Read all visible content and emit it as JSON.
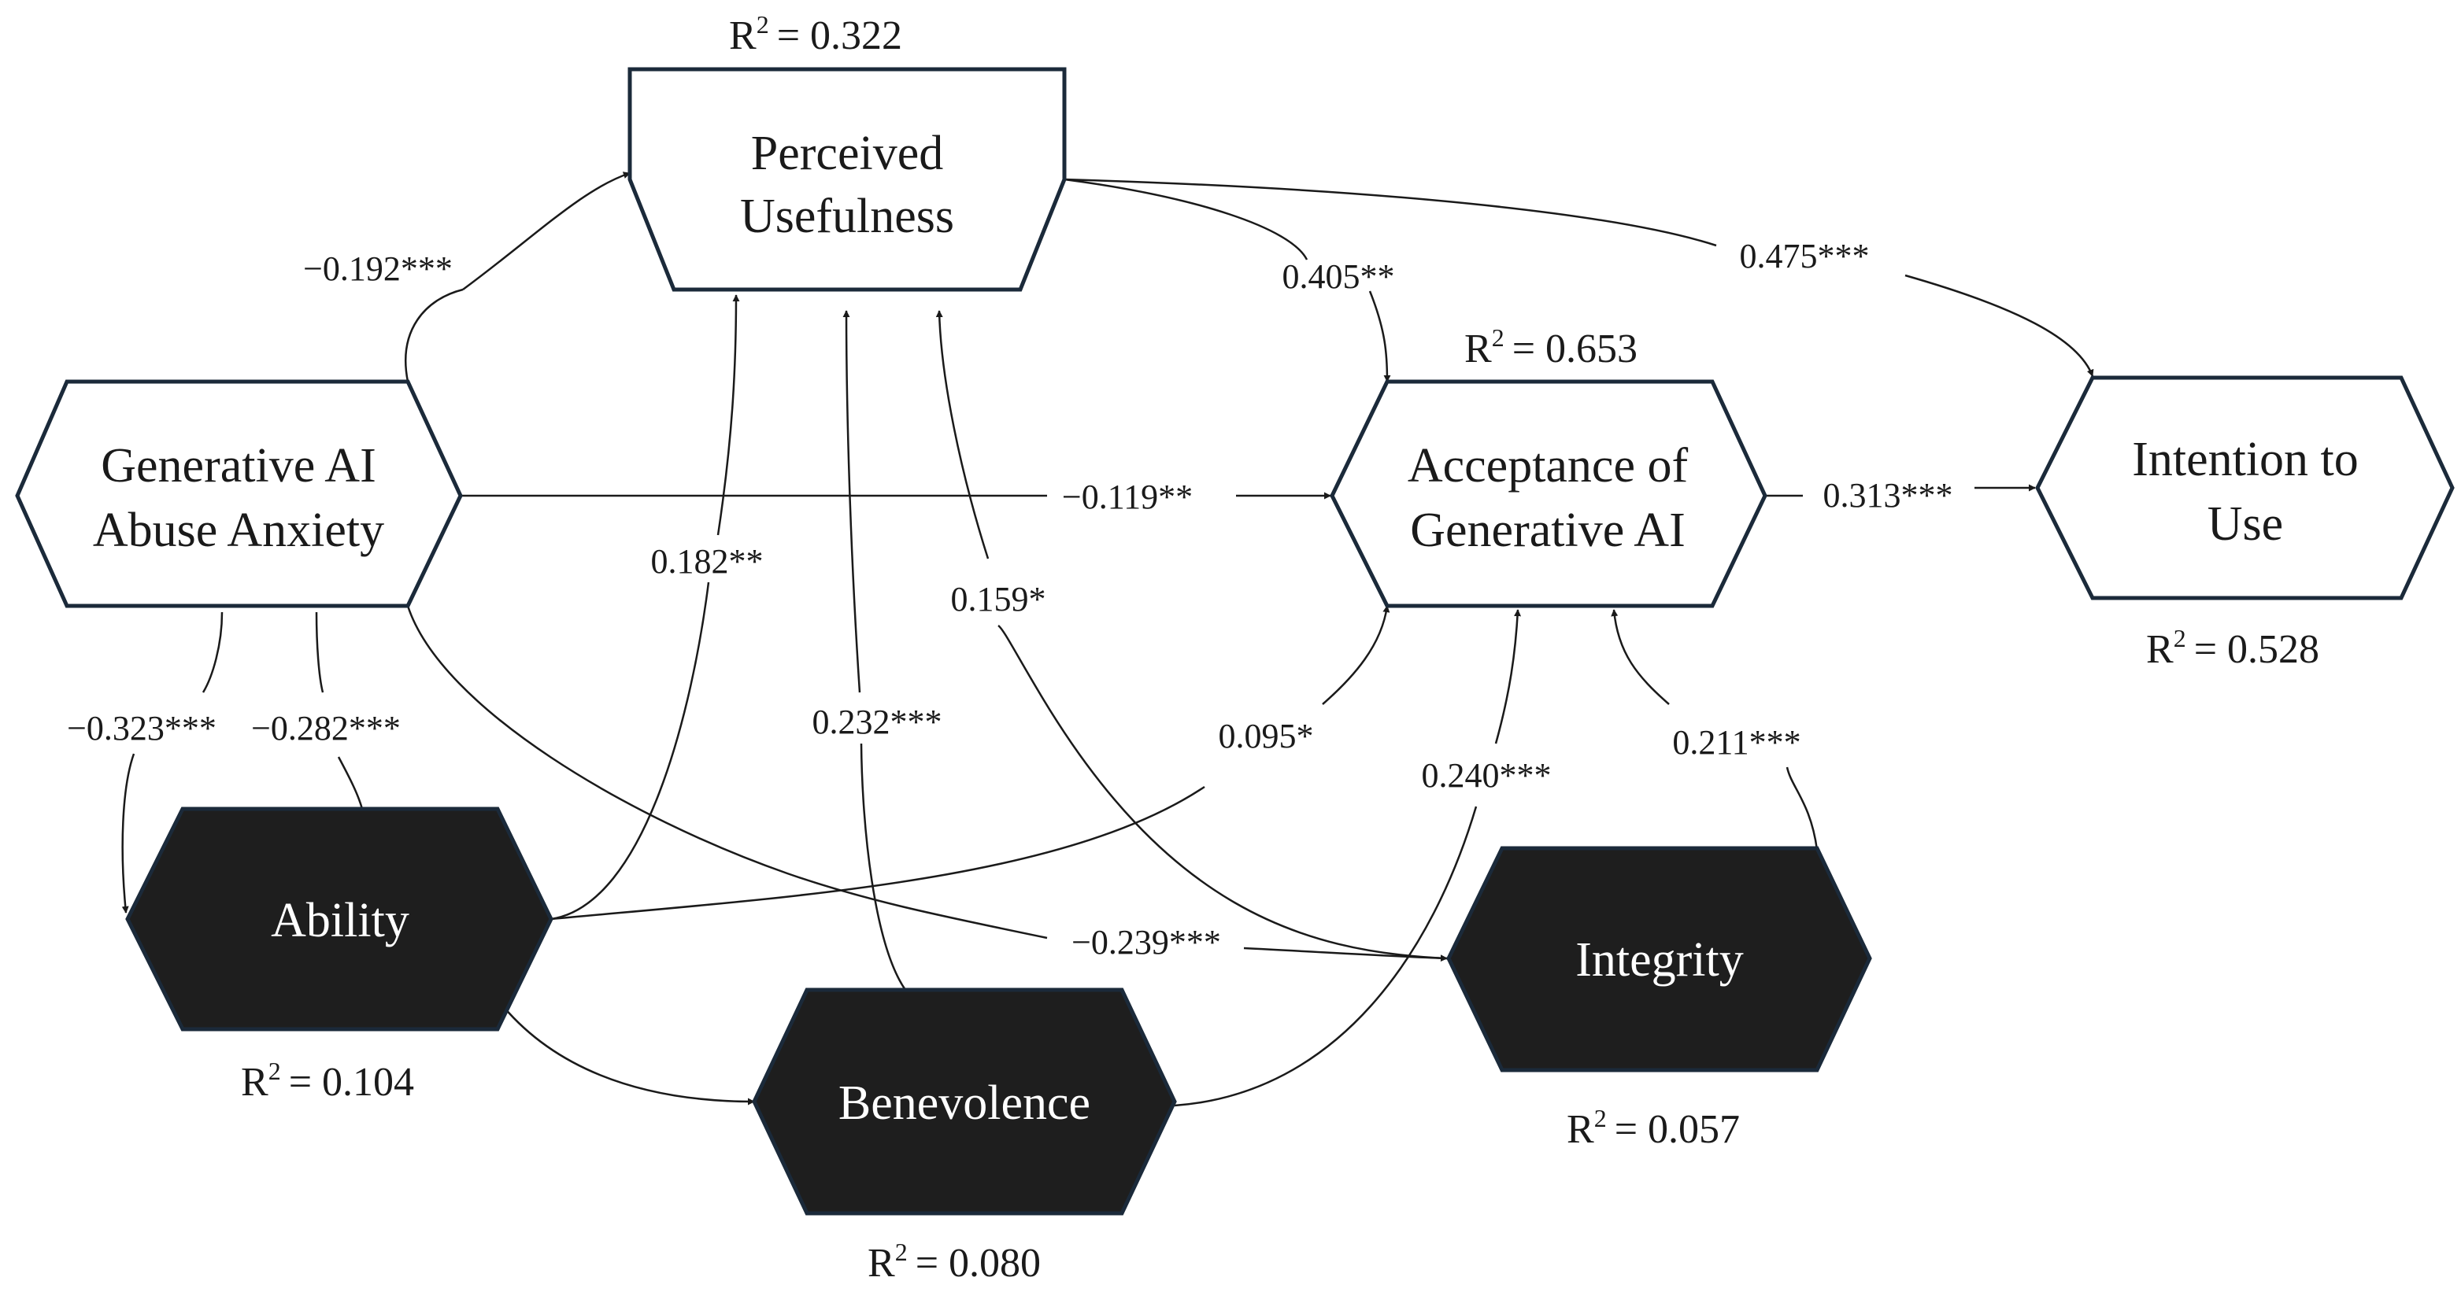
{
  "nodes": {
    "perceived_usefulness": {
      "line1": "Perceived",
      "line2": "Usefulness",
      "r2_value": "= 0.322"
    },
    "abuse_anxiety": {
      "line1": "Generative AI",
      "line2": "Abuse Anxiety"
    },
    "acceptance": {
      "line1": "Acceptance of",
      "line2": "Generative AI",
      "r2_value": "= 0.653"
    },
    "intention": {
      "line1": "Intention to",
      "line2": "Use",
      "r2_value": "= 0.528"
    },
    "ability": {
      "label": "Ability",
      "r2_value": "= 0.104"
    },
    "benevolence": {
      "label": "Benevolence",
      "r2_value": "= 0.080"
    },
    "integrity": {
      "label": "Integrity",
      "r2_value": "= 0.057"
    }
  },
  "r2_symbol": "R",
  "r2_exponent": "2",
  "paths": {
    "anxiety_to_pu": "−0.192***",
    "pu_to_acceptance": "0.405**",
    "pu_to_intention": "0.475***",
    "anxiety_to_acceptance": "−0.119**",
    "acceptance_to_intention": "0.313***",
    "ability_to_pu": "0.182**",
    "benevolence_to_pu": "0.232***",
    "integrity_to_pu": "0.159*",
    "ability_to_acceptance": "0.095*",
    "benevolence_to_acceptance": "0.240***",
    "integrity_to_acceptance": "0.211***",
    "anxiety_to_ability": "−0.323***",
    "anxiety_to_benevolence": "−0.282***",
    "anxiety_to_integrity": "−0.239***"
  }
}
